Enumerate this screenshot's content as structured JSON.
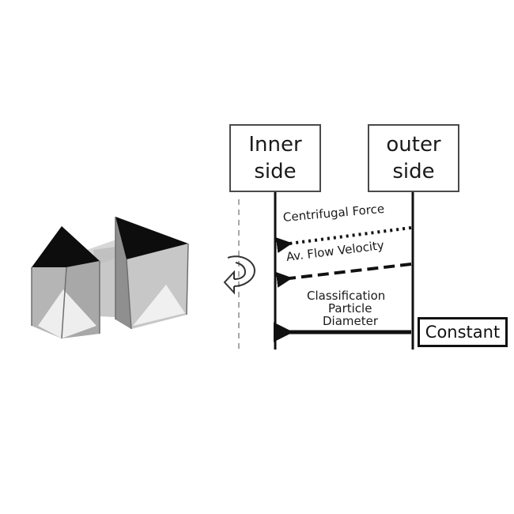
{
  "boxes": {
    "inner": {
      "line1": "Inner",
      "line2": "side"
    },
    "outer": {
      "line1": "outer",
      "line2": "side"
    }
  },
  "labels": {
    "centrifugal_force": "Centrifugal Force",
    "flow_velocity": "Av. Flow Velocity",
    "classification_line1": "Classification",
    "classification_line2": "Particle",
    "classification_line3": "Diameter",
    "constant": "Constant"
  },
  "icons": {
    "prisms": "prism-pair-illustration",
    "rotation": "rotation-arrow-icon"
  },
  "colors": {
    "line": "#111111",
    "dashed_axis": "#8c8c8c",
    "prism_top": "#0d0d0d",
    "prism_face_light": "#d6d6d6",
    "prism_face_dark": "#8f8f8f"
  }
}
